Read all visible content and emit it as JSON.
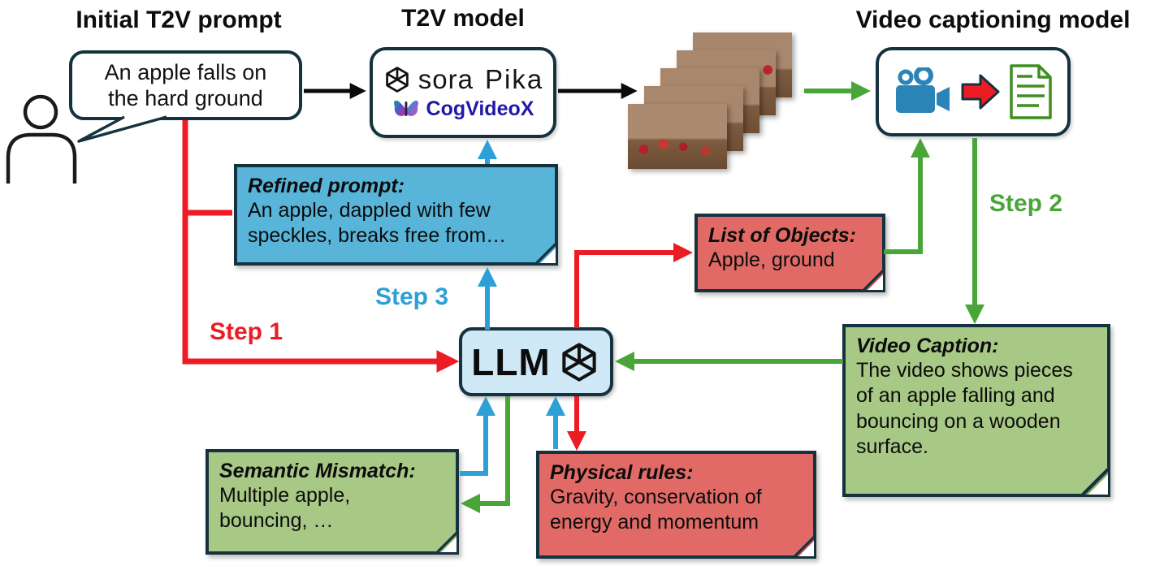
{
  "colors": {
    "red": "#ed1c24",
    "blue": "#2da0d6",
    "green": "#4aa538",
    "noteBorder": "#15323f",
    "boxBorder": "#15323f",
    "blueNote": "#58b5d9",
    "greenNote": "#a8c886",
    "redNote": "#e16a66",
    "llmFill": "#cfe8f6",
    "cogBlue": "#2218a8",
    "cameraBlue": "#2a84b8",
    "docGreen": "#3f8f1f",
    "blockArrowRed": "#ed1c24"
  },
  "headings": {
    "initial_prompt": "Initial T2V prompt",
    "t2v_model": "T2V model",
    "video_captioning": "Video captioning model"
  },
  "speech_bubble": {
    "text": "An apple falls on\nthe hard ground"
  },
  "t2v_box": {
    "sora": "sora",
    "pika": "Pika",
    "cogvideox": "CogVideoX"
  },
  "llm": {
    "label": "LLM"
  },
  "steps": {
    "step1": "Step 1",
    "step2": "Step 2",
    "step3": "Step 3"
  },
  "notes": {
    "refined": {
      "title": "Refined prompt:",
      "body": "An apple, dappled with few\nspeckles, breaks free from…"
    },
    "objects": {
      "title": "List of Objects:",
      "body": "Apple, ground"
    },
    "caption": {
      "title": "Video Caption:",
      "body": "The video shows pieces\nof an apple falling and\nbouncing on a wooden\nsurface."
    },
    "semantic": {
      "title": "Semantic Mismatch:",
      "body": "Multiple apple,\nbouncing, …"
    },
    "physical": {
      "title": "Physical rules:",
      "body": "Gravity, conservation of\nenergy and momentum"
    }
  },
  "icons": {
    "user": "person-outline-icon",
    "openai_t2v": "openai-logo-icon",
    "openai_llm": "openai-logo-icon",
    "butterfly": "cogvideox-butterfly-icon",
    "camera": "video-camera-icon",
    "block_arrow": "red-block-arrow-icon",
    "document": "caption-document-icon",
    "frames": "video-frames-stack"
  }
}
